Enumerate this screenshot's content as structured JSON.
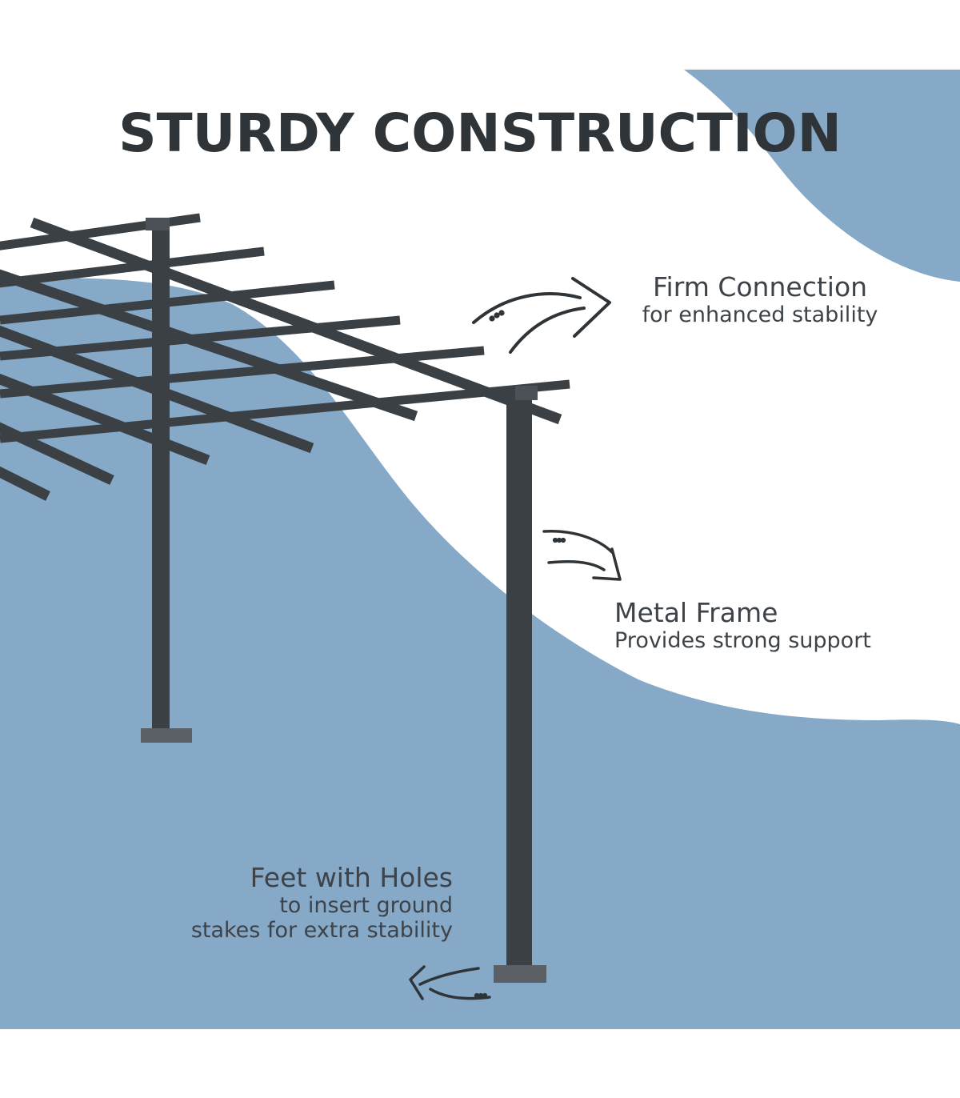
{
  "title": "STURDY CONSTRUCTION",
  "callouts": {
    "firm_connection": {
      "title": "Firm Connection",
      "subtitle": "for enhanced stability"
    },
    "metal_frame": {
      "title": "Metal Frame",
      "subtitle": "Provides strong support"
    },
    "feet_with_holes": {
      "title": "Feet with Holes",
      "subtitle_line1": "to insert ground",
      "subtitle_line2": "stakes for extra stability"
    }
  },
  "colors": {
    "background": "#ffffff",
    "accent_blue": "#85a9c7",
    "frame": "#3b4045",
    "text_dark": "#2f3438",
    "text_label": "#3d4348"
  },
  "icons": [
    "curved-arrow-icon",
    "pergola-product-image"
  ]
}
